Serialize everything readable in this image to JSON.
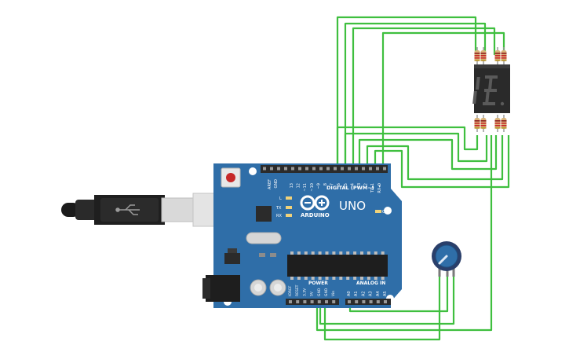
{
  "board": {
    "brand": "ARDUINO",
    "model": "UNO",
    "digital_label": "DIGITAL (PWM~)",
    "power_label": "POWER",
    "analog_label": "ANALOG IN",
    "on_label": "ON",
    "l_label": "L",
    "tx_label": "TX",
    "rx_label": "RX",
    "aref_label": "AREF",
    "gnd_label": "GND",
    "digital_pins": [
      "13",
      "12",
      "~11",
      "~10",
      "~9",
      "8",
      "7",
      "~6",
      "~5",
      "4",
      "~3",
      "2",
      "TX▸1",
      "RX◂0"
    ],
    "power_pins": [
      "IOREF",
      "RESET",
      "3.3V",
      "5V",
      "GND",
      "GND",
      "Vin"
    ],
    "analog_pins": [
      "A0",
      "A1",
      "A2",
      "A3",
      "A4",
      "A5"
    ]
  },
  "display": {
    "digit": "8."
  },
  "colors": {
    "board": "#2f6ea8",
    "wire": "#3fbf3f",
    "segment": "#555555"
  }
}
